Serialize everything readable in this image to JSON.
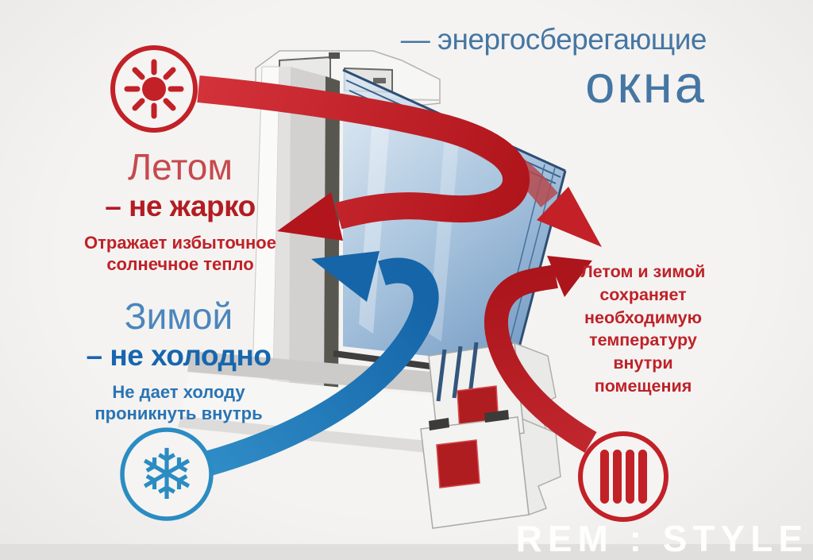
{
  "title": {
    "line1": "— энергосберегающие",
    "line2": "окна"
  },
  "summer": {
    "heading": "Летом",
    "subheading": "– не жарко",
    "description": "Отражает избыточное солнечное тепло"
  },
  "winter": {
    "heading": "Зимой",
    "subheading": "– не холодно",
    "description": "Не дает холоду проникнуть внутрь"
  },
  "both_seasons": {
    "description": "Летом и зимой сохраняет необходимую температуру внутри помещения"
  },
  "watermark": {
    "text": "REM : STYLE"
  },
  "icons": {
    "sun": "sun-icon",
    "snowflake": "snowflake-icon",
    "snowflake_glyph": "❄",
    "radiator": "radiator-icon"
  },
  "colors": {
    "background": "#f1f0ee",
    "title_blue": "#4576a4",
    "summer_heading_red": "#c6494e",
    "summer_bold_red": "#b31c22",
    "body_red": "#bf2127",
    "winter_heading_blue": "#4b86bd",
    "winter_bold_blue": "#1766ae",
    "body_blue": "#2a74b4",
    "arrow_red": "#c32127",
    "arrow_blue": "#2a7fc0",
    "circle_red": "#c22127",
    "circle_blue": "#2b8cc2",
    "glass_blue": "#7ea6cc",
    "frame_white": "#f6f6f4",
    "steel_chamber_red": "#b01d20"
  }
}
